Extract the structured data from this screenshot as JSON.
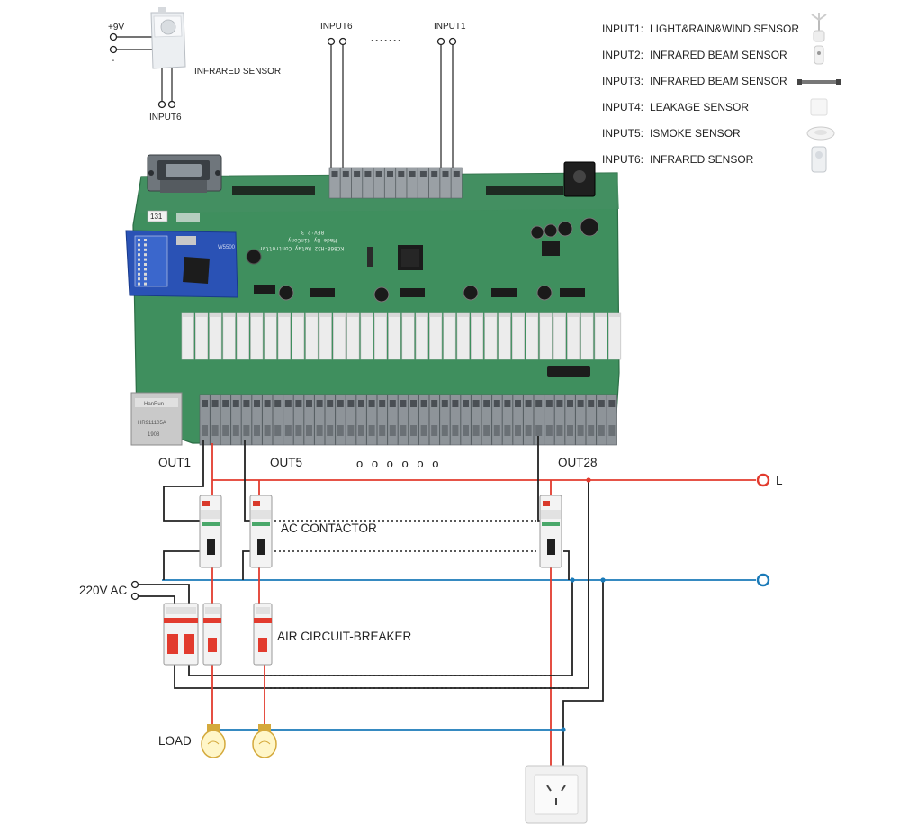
{
  "top_sensor": {
    "plus_label": "+9V",
    "minus_label": "-",
    "name": "INFRARED SENSOR",
    "input_label": "INPUT6"
  },
  "inputs_header": {
    "left": "INPUT6",
    "dots": "·······",
    "right": "INPUT1"
  },
  "legend": [
    {
      "key": "INPUT1:",
      "value": "LIGHT&RAIN&WIND SENSOR",
      "icon": "wind-sensor-icon"
    },
    {
      "key": "INPUT2:",
      "value": "INFRARED BEAM SENSOR",
      "icon": "beam-sensor-icon"
    },
    {
      "key": "INPUT3:",
      "value": "INFRARED BEAM SENSOR",
      "icon": "beam-bar-icon"
    },
    {
      "key": "INPUT4:",
      "value": "LEAKAGE SENSOR",
      "icon": "leakage-sensor-icon"
    },
    {
      "key": "INPUT5:",
      "value": "ISMOKE SENSOR",
      "icon": "smoke-sensor-icon"
    },
    {
      "key": "INPUT6:",
      "value": "INFRARED SENSOR",
      "icon": "pir-sensor-icon"
    }
  ],
  "board": {
    "id_tag": "131",
    "silk_lines": [
      "KC868-H32 Relay Controller",
      "Made By KinCony",
      "REV:2.3"
    ],
    "jack_brand": "HanRun",
    "jack_code_1": "HR911105A",
    "jack_code_2": "1908"
  },
  "outputs": {
    "out1": "OUT1",
    "out5": "OUT5",
    "out28": "OUT28",
    "dots": "o o o o o o"
  },
  "labels": {
    "live": "L",
    "supply": "220V AC",
    "contactor": "AC CONTACTOR",
    "breaker": "AIR CIRCUIT-BREAKER",
    "load": "LOAD"
  },
  "colors": {
    "board_green": "#3f8f5e",
    "live_red": "#e23b2e",
    "neutral_blue": "#1a7ab8",
    "wire_black": "#222222"
  }
}
